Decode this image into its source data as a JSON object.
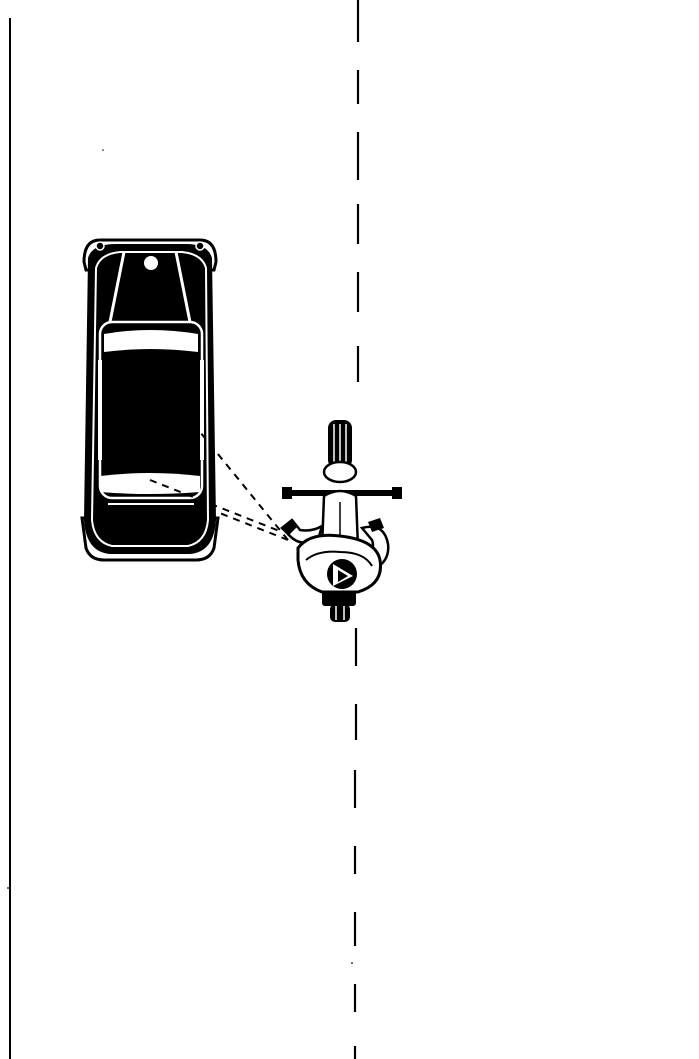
{
  "colors": {
    "ink": "#000000",
    "paper": "#ffffff"
  },
  "scene": {
    "subject": "illustration",
    "elements": [
      "road-edge-line",
      "center-dashed-line",
      "car",
      "motorcycle",
      "rider",
      "sight-lines"
    ]
  }
}
